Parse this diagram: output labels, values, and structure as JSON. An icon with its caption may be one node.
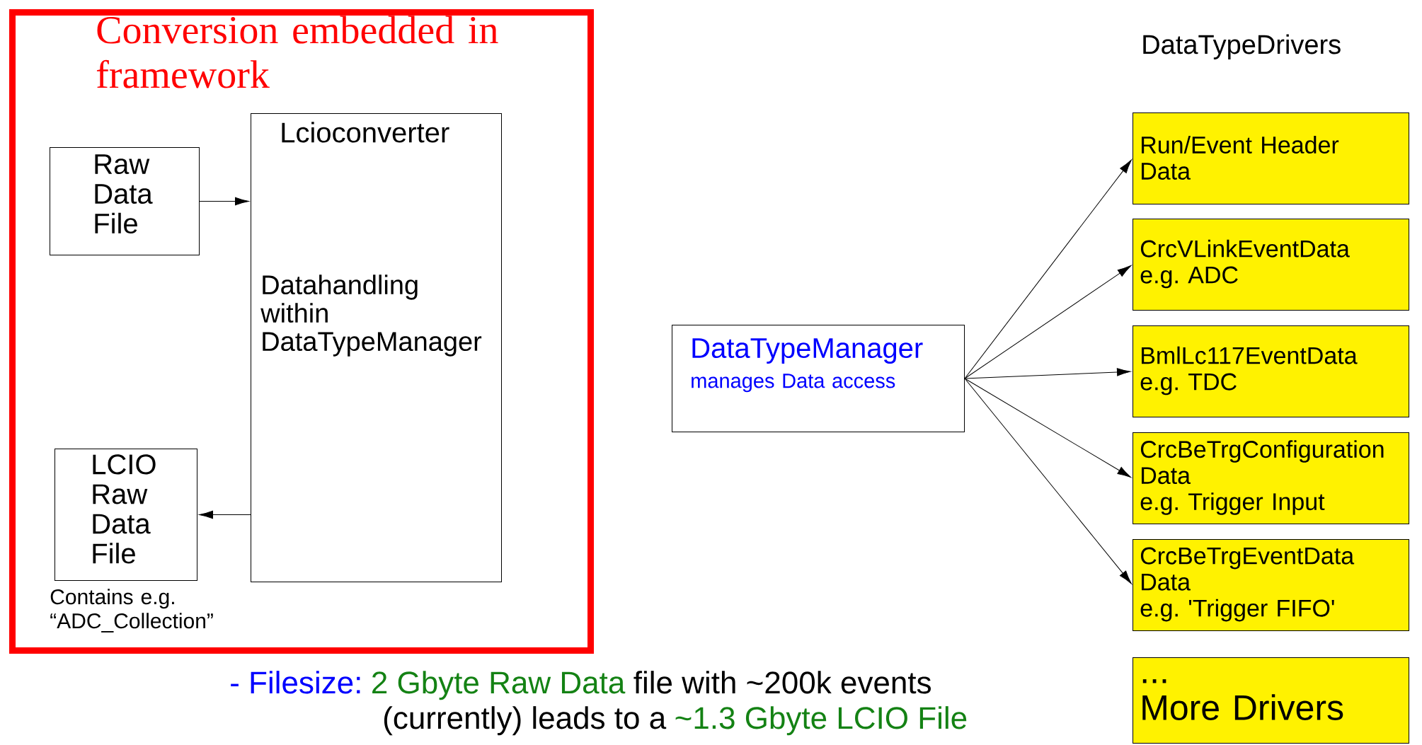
{
  "diagram": {
    "nodes": [
      {
        "text": [
          "Conversion embedded in framework"
        ]
      },
      {
        "text": [
          "Raw Data File"
        ],
        "in": 0
      },
      {
        "text": [
          "Lcioconverter",
          "Datahandling within DataTypeManager"
        ],
        "in": 0
      },
      {
        "text": [
          "LCIO Raw Data File"
        ],
        "in": 0,
        "beside": [
          "Contains e.g. “ADC_Collection”"
        ]
      },
      {
        "text": [
          "DataTypeManager",
          "manages Data access"
        ]
      },
      {
        "text": [
          "Run/Event Header Data"
        ]
      },
      {
        "text": [
          "CrcVLinkEventData",
          "e.g. ADC"
        ]
      },
      {
        "text": [
          "BmlLc117EventData",
          "e.g. TDC"
        ]
      },
      {
        "text": [
          "CrcBeTrgConfiguration Data",
          "e.g. Trigger Input"
        ]
      },
      {
        "text": [
          "CrcBeTrgEventData Data",
          "e.g. 'Trigger FIFO'"
        ]
      },
      {
        "text": [
          "...",
          "More Drivers"
        ]
      }
    ],
    "edges": [
      {
        "from": 1,
        "to": 2,
        "arrow": "to"
      },
      {
        "from": 2,
        "to": 3,
        "arrow": "to"
      },
      {
        "from": 4,
        "to": 5,
        "arrow": "to"
      },
      {
        "from": 4,
        "to": 6,
        "arrow": "to"
      },
      {
        "from": 4,
        "to": 7,
        "arrow": "to"
      },
      {
        "from": 4,
        "to": 8,
        "arrow": "to"
      },
      {
        "from": 4,
        "to": 9,
        "arrow": "to"
      }
    ],
    "labels": [
      "DataTypeDrivers",
      "- Filesize:",
      "2 Gbyte Raw Data",
      "file with ~200k events",
      "(currently) leads to a",
      "~1.3 Gbyte LCIO File"
    ]
  }
}
